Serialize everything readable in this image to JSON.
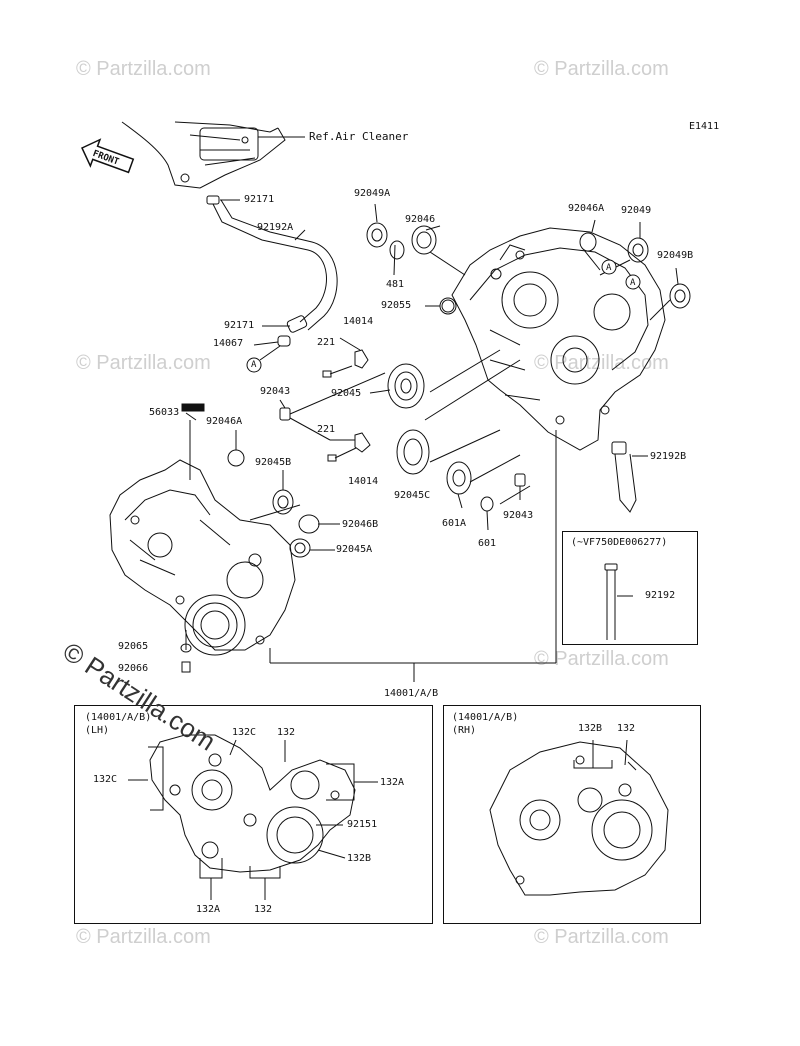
{
  "diagram_code": "E1411",
  "front_label": "FRONT",
  "watermark": "© Partzilla.com",
  "watermark_big": "© Partzilla.com",
  "parts": {
    "ref_air_cleaner": "Ref.Air Cleaner",
    "p92171_top": "92171",
    "p92192A": "92192A",
    "p92171_mid": "92171",
    "p14067": "14067",
    "circle_A": "A",
    "p92049A": "92049A",
    "p92046": "92046",
    "p481": "481",
    "p92055": "92055",
    "p14014_top": "14014",
    "p221_top": "221",
    "p92045": "92045",
    "p92043_left": "92043",
    "p56033": "56033",
    "p92046A_left": "92046A",
    "p221_bot": "221",
    "p92045B": "92045B",
    "p14014_bot": "14014",
    "p92045C": "92045C",
    "p601A": "601A",
    "p601": "601",
    "p92043_right": "92043",
    "p92046B": "92046B",
    "p92045A": "92045A",
    "p92046A_right": "92046A",
    "p92049": "92049",
    "p92049B": "92049B",
    "circle_A2": "A",
    "circle_A3": "A",
    "p92192B": "92192B",
    "p92065": "92065",
    "p92066": "92066",
    "p14001": "14001/A/B"
  },
  "inset_vin": {
    "title": "(~VF750DE006277)",
    "part": "92192"
  },
  "inset_lh": {
    "title1": "(14001/A/B)",
    "title2": "(LH)",
    "p132C_top": "132C",
    "p132_top": "132",
    "p132C_left": "132C",
    "p132A_right": "132A",
    "p92151": "92151",
    "p132B": "132B",
    "p132A_bot": "132A",
    "p132_bot": "132"
  },
  "inset_rh": {
    "title1": "(14001/A/B)",
    "title2": "(RH)",
    "p132B": "132B",
    "p132": "132"
  }
}
